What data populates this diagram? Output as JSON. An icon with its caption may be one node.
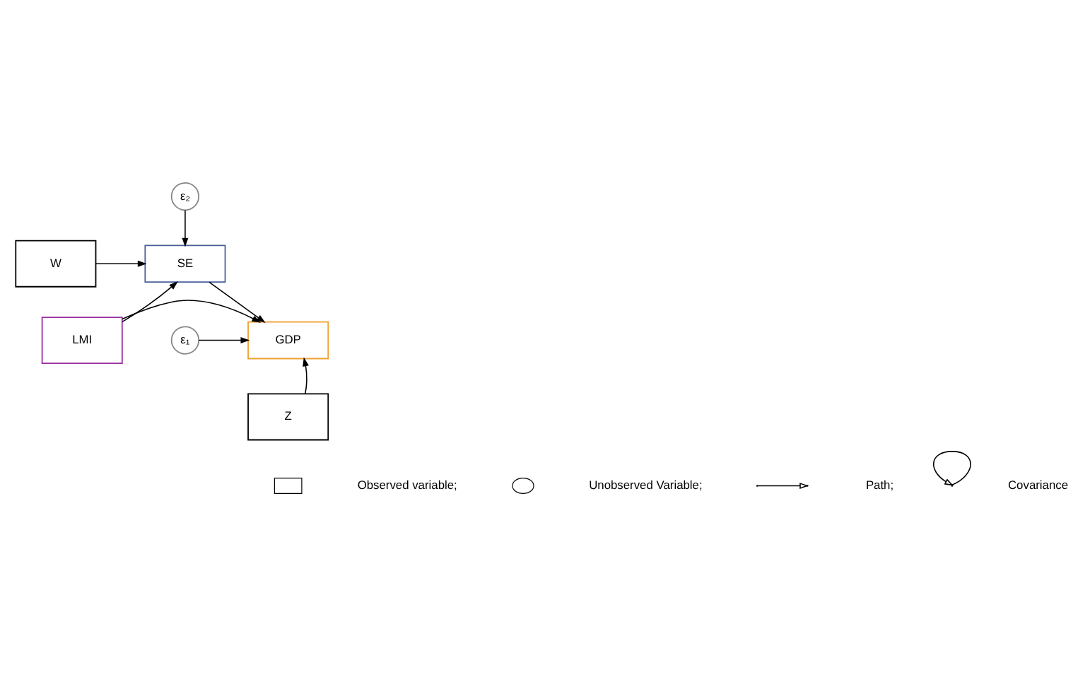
{
  "diagram": {
    "nodes": [
      {
        "text": [
          "ε₂"
        ]
      },
      {
        "text": [
          "W"
        ]
      },
      {
        "text": [
          "SE"
        ]
      },
      {
        "text": [
          "LMI"
        ]
      },
      {
        "text": [
          "GDP"
        ]
      },
      {
        "text": [
          "ε₁"
        ]
      },
      {
        "text": [
          "Z"
        ]
      }
    ],
    "edges": [
      {
        "from": 0,
        "to": 2,
        "arrow": "to"
      },
      {
        "from": 1,
        "to": 2,
        "arrow": "to"
      },
      {
        "from": 3,
        "to": 2,
        "arrow": "to"
      },
      {
        "from": 2,
        "to": 4,
        "arrow": "to"
      },
      {
        "from": 3,
        "to": 4,
        "arrow": "to"
      },
      {
        "from": 5,
        "to": 4,
        "arrow": "to"
      },
      {
        "from": 6,
        "to": 4,
        "arrow": "to"
      }
    ],
    "legend": [
      {
        "text": "Observed variable;"
      },
      {
        "text": "Unobserved Variable;"
      },
      {
        "text": "Path;"
      },
      {
        "text": "Covariance"
      }
    ]
  }
}
